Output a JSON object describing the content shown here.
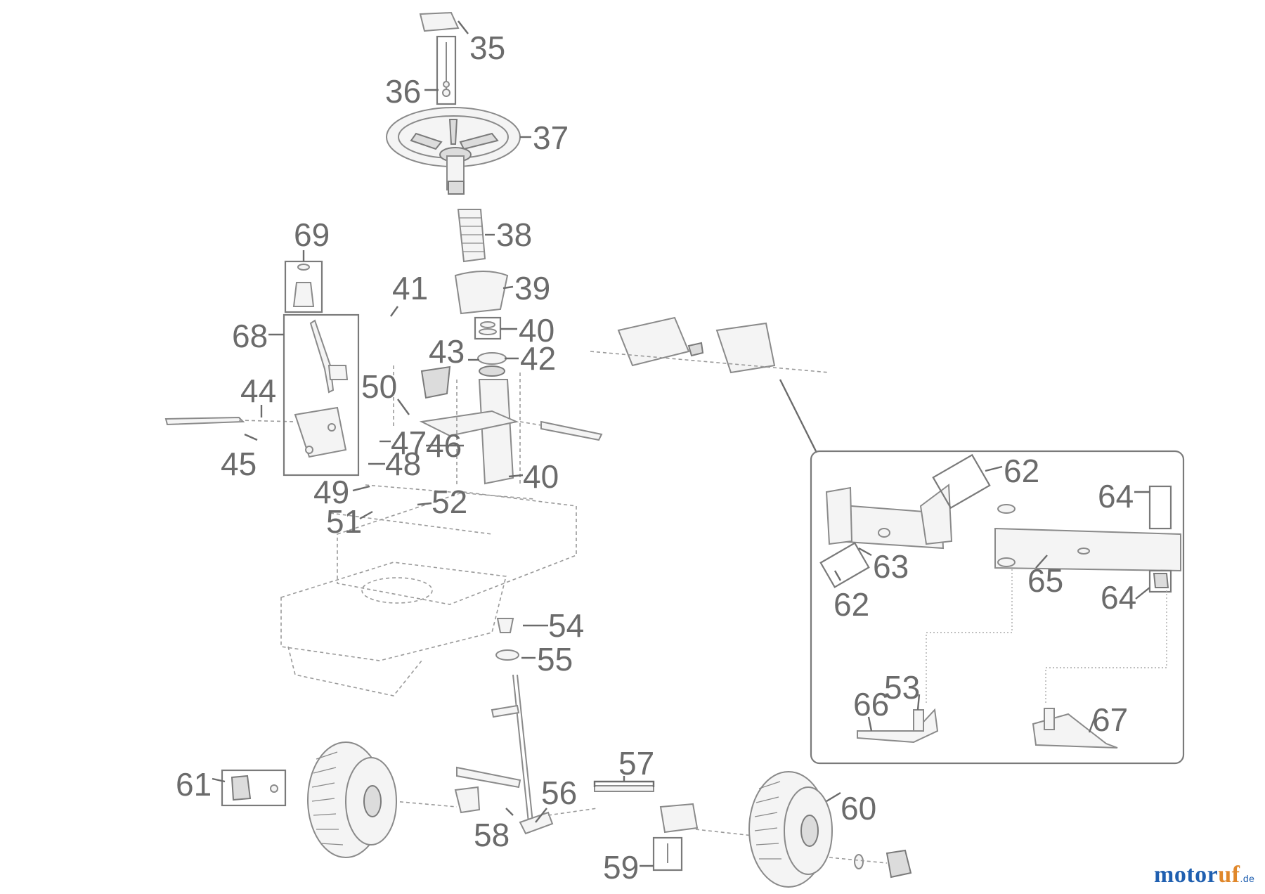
{
  "diagram": {
    "part_numbers": [
      "35",
      "36",
      "37",
      "38",
      "39",
      "40",
      "41",
      "42",
      "43",
      "44",
      "45",
      "46",
      "47",
      "48",
      "49",
      "50",
      "51",
      "52",
      "53",
      "54",
      "55",
      "56",
      "57",
      "58",
      "59",
      "60",
      "61",
      "62",
      "63",
      "64",
      "65",
      "66",
      "67",
      "68",
      "69"
    ],
    "detail_labels": [
      "62",
      "62",
      "63",
      "64",
      "64",
      "65",
      "66",
      "67",
      "53"
    ],
    "extra_labels": [
      "40"
    ]
  },
  "brand": {
    "part1": "motor",
    "part2": "uf",
    "part3": ".de"
  },
  "colors": {
    "label": "#6b6b6b",
    "line": "#8a8a8a",
    "brand_blue": "#1f5fb0",
    "brand_orange": "#e0872a"
  }
}
